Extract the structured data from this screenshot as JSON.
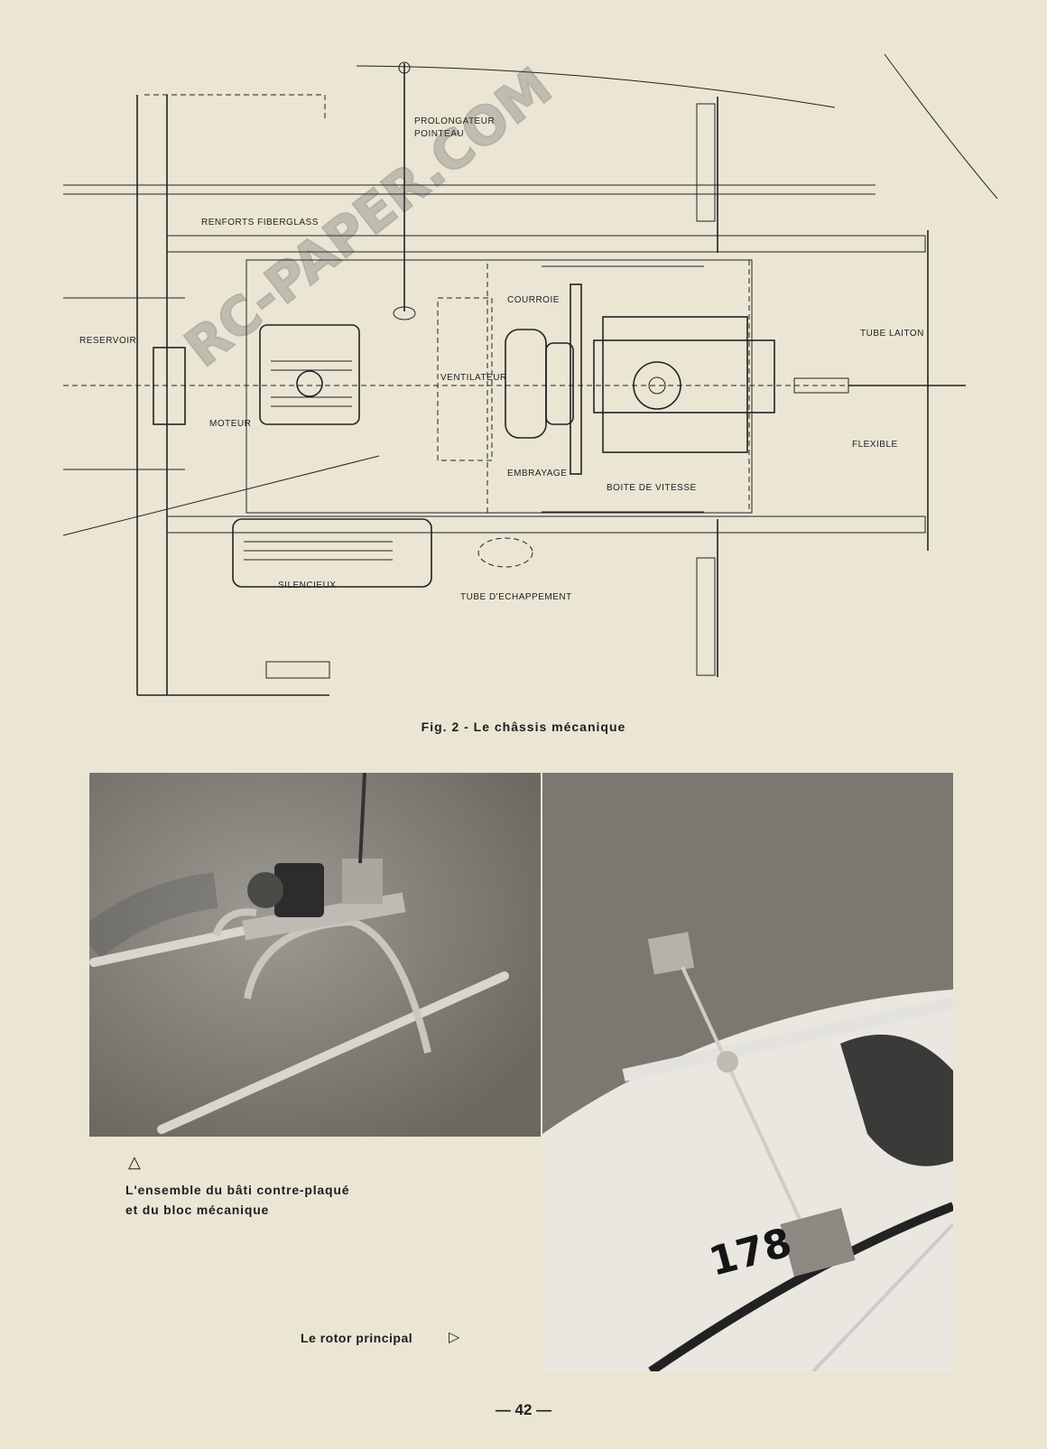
{
  "diagram": {
    "labels": {
      "prolongateur": "PROLONGATEUR",
      "pointeau": "POINTEAU",
      "renforts": "RENFORTS FIBERGLASS",
      "reservoir": "RESERVOIR",
      "courroie": "COURROIE",
      "tube_laiton": "TUBE LAITON",
      "ventilateur": "VENTILATEUR",
      "moteur": "MOTEUR",
      "flexible": "FLEXIBLE",
      "embrayage": "EMBRAYAGE",
      "boite": "BOITE DE VITESSE",
      "silencieux": "SILENCIEUX",
      "tube_echappement": "TUBE D'ECHAPPEMENT"
    },
    "watermark": "RC-PAPER.COM"
  },
  "figure_caption": "Fig. 2 - Le châssis mécanique",
  "left_photo": {
    "marker": "△",
    "caption_line1": "L'ensemble du bâti contre-plaqué",
    "caption_line2": "et du bloc mécanique"
  },
  "right_photo": {
    "number": "178",
    "caption": "Le rotor principal",
    "marker": "▷"
  },
  "page_number": "— 42 —"
}
